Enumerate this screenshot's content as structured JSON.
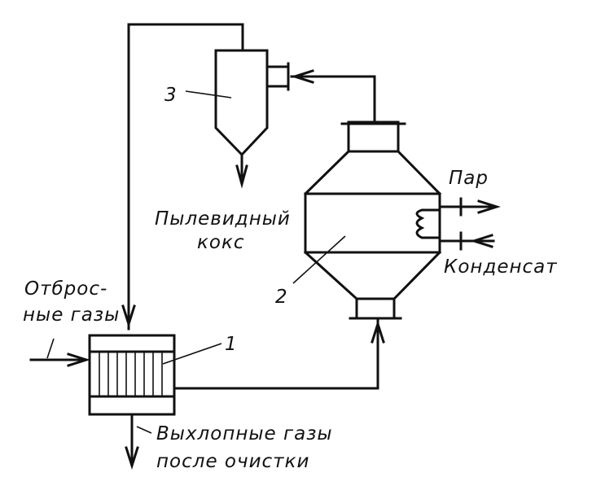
{
  "labels": {
    "unit_1": "1",
    "unit_2": "2",
    "unit_3": "3",
    "dust_coke_line1": "Пылевидный",
    "dust_coke_line2": "кокс",
    "steam": "Пар",
    "condensate": "Конденсат",
    "waste_gas_line1": "Отброс-",
    "waste_gas_line2": "ные газы",
    "exhaust_line1": "Выхлопные газы",
    "exhaust_line2": "после очистки"
  }
}
